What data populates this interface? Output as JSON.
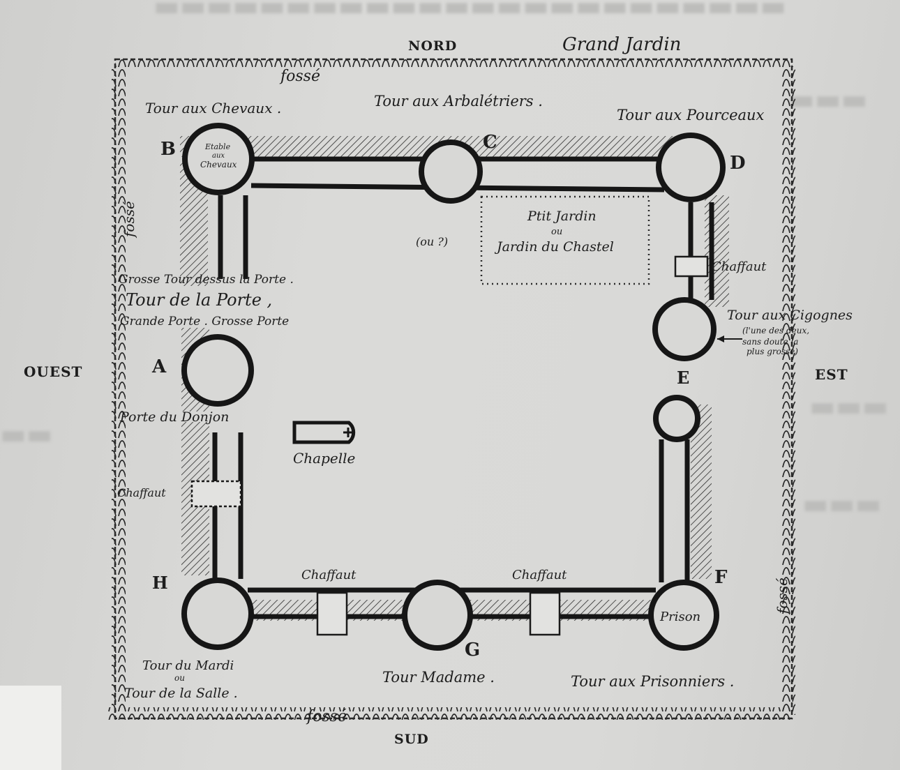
{
  "compass": {
    "north": "NORD",
    "south": "SUD",
    "west": "OUEST",
    "east": "EST"
  },
  "moat": {
    "top": "fossé",
    "bottom": "fossé",
    "left": "fossé",
    "right": "fossé"
  },
  "garden_top": "Grand Jardin",
  "towers": {
    "A": "A",
    "B": "B",
    "C": "C",
    "D": "D",
    "E": "E",
    "F": "F",
    "G": "G",
    "H": "H"
  },
  "labels": {
    "tour_chevaux": "Tour aux Chevaux .",
    "etable_line1": "Etable",
    "etable_line2": "aux",
    "etable_line3": "Chevaux",
    "tour_arbaletriers": "Tour aux Arbalétriers .",
    "tour_pourceaux": "Tour aux Pourceaux",
    "petit_jardin_line1": "Ptit Jardin",
    "petit_jardin_line2": "ou",
    "petit_jardin_line3": "Jardin du Chastel",
    "puits": "(ou ?)",
    "chaffaut_east": "Chaffaut",
    "chaffaut_west": "Chaffaut",
    "chaffaut_south1": "Chaffaut",
    "chaffaut_south2": "Chaffaut",
    "grosse_tour": "Grosse Tour dessus la Porte .",
    "tour_porte": "Tour de la Porte ,",
    "grande_porte": "Grande Porte . Grosse Porte",
    "porte_donjon": "Porte du Donjon",
    "chapelle": "Chapelle",
    "tour_cigognes": "Tour aux Cigognes",
    "cigognes_note1": "(l'une des deux,",
    "cigognes_note2": "sans doute la",
    "cigognes_note3": "plus grosse)",
    "prison": "Prison",
    "tour_mardi_line1": "Tour du Mardi",
    "tour_mardi_line2": "ou",
    "tour_mardi_line3": "Tour de la Salle .",
    "tour_madame": "Tour Madame .",
    "tour_prisonniers": "Tour aux Prisonniers ."
  },
  "colors": {
    "ink": "#1d1d1d",
    "paper": "#d8d8d6"
  }
}
